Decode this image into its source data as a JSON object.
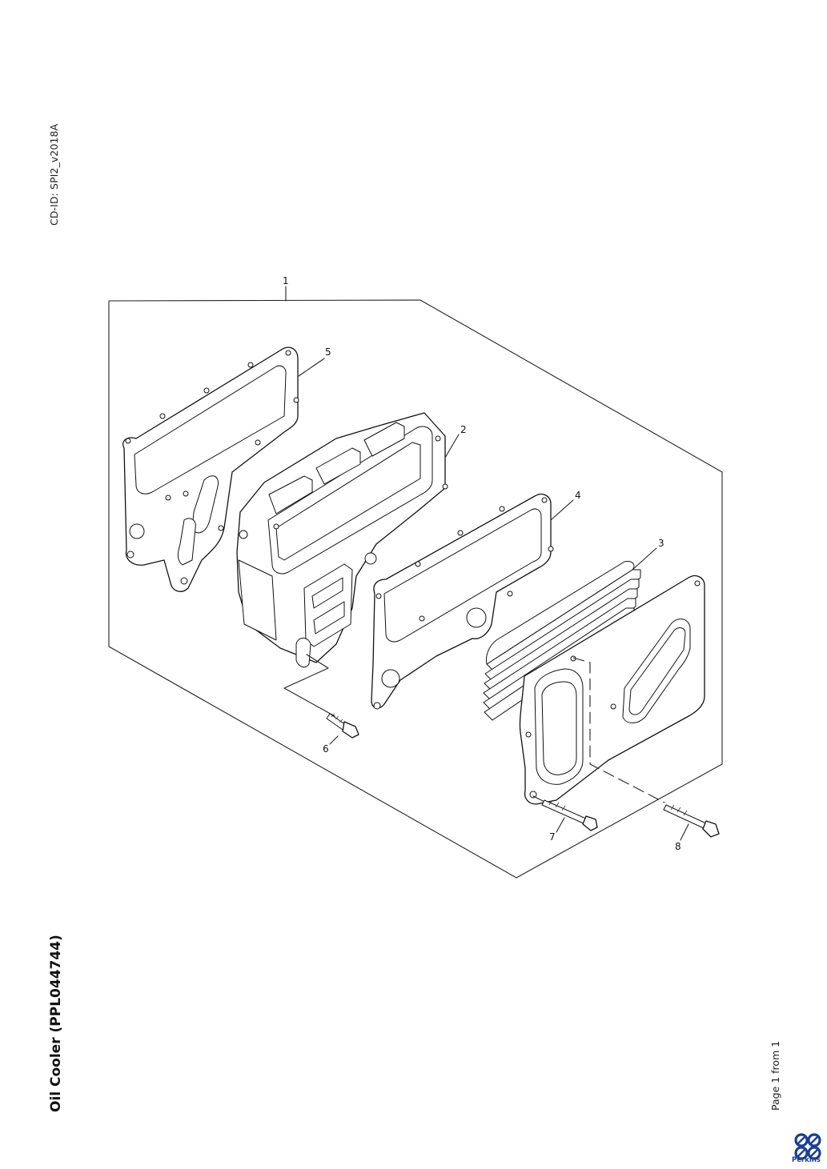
{
  "document": {
    "cd_id": "CD-ID: SPI2_v2018A",
    "title": "Oil Cooler (PPL044744)",
    "page": "Page 1 from 1",
    "brand": "Perkins"
  },
  "callouts": [
    "1",
    "2",
    "3",
    "4",
    "5",
    "6",
    "7",
    "8"
  ],
  "colors": {
    "ink": "#111111",
    "brand_blue": "#1b3f8f"
  },
  "icons": {
    "logo": "perkins-logo-icon"
  }
}
